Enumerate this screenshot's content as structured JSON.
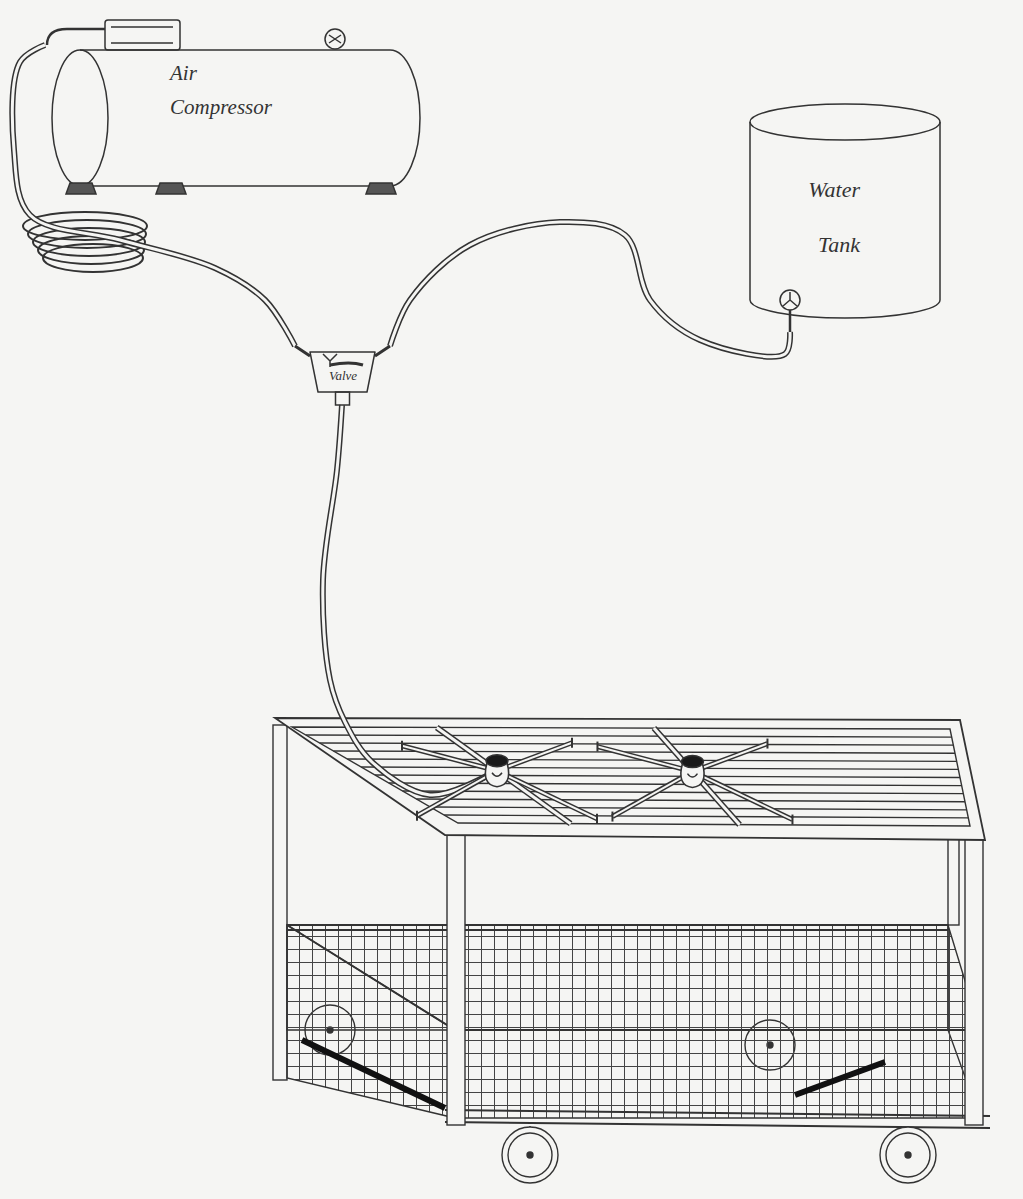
{
  "diagram": {
    "nodes": [
      {
        "text": [
          "Air Compressor"
        ]
      },
      {
        "text": [
          "Water Tank"
        ]
      },
      {
        "text": [
          "Valve"
        ]
      }
    ],
    "edges": [
      {
        "from": 0,
        "to": 2,
        "arrow": "none"
      },
      {
        "from": 1,
        "to": 2,
        "arrow": "none"
      }
    ]
  }
}
